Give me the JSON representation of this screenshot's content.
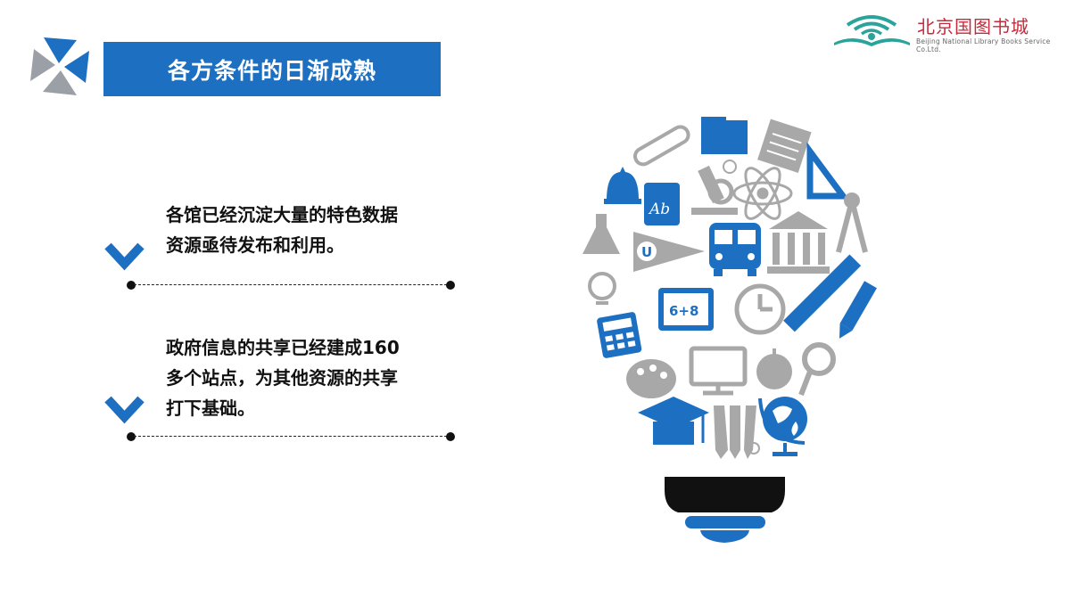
{
  "slide": {
    "title": "各方条件的日渐成熟",
    "bullets": [
      {
        "text": "各馆已经沉淀大量的特色数据\n资源亟待发布和利用。"
      },
      {
        "text": "政府信息的共享已经建成160\n多个站点，为其他资源的共享\n打下基础。"
      }
    ]
  },
  "logo": {
    "name_cn": "北京国图书城",
    "name_en": "Beijing National Library Books Service Co.Ltd."
  },
  "illustration": {
    "type": "lightbulb-education-icons",
    "board_text": "6+8",
    "book_text": "Ab",
    "pennant_text": "U",
    "colors": {
      "blue": "#1c6fc1",
      "gray": "#a8a8a8",
      "black": "#111111"
    }
  }
}
